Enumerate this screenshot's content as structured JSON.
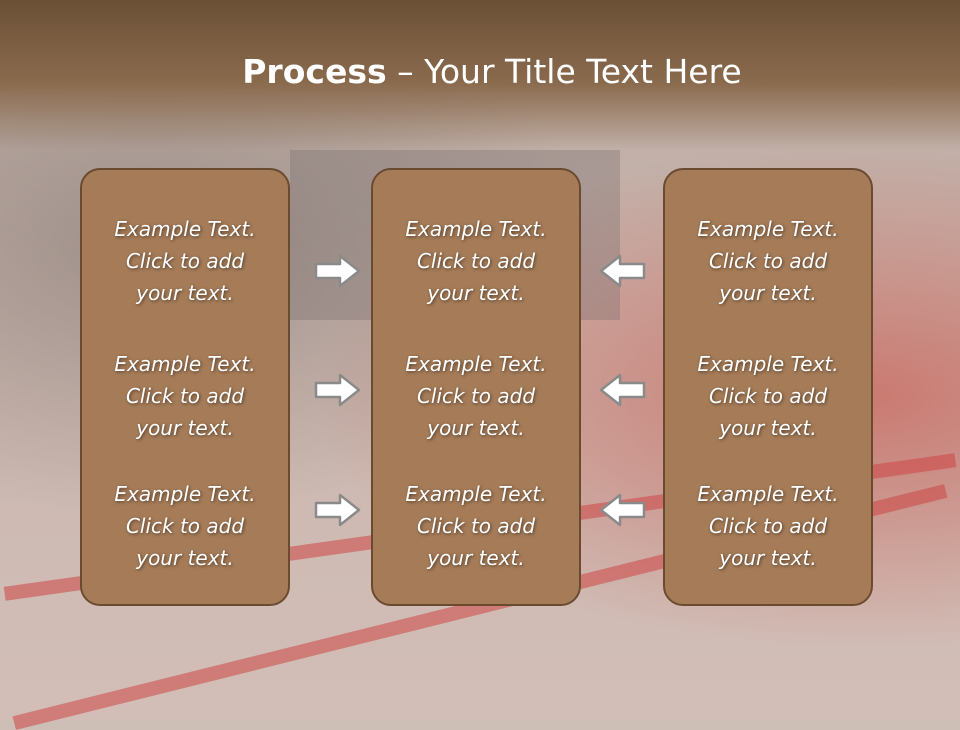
{
  "title": {
    "bold": "Process",
    "rest": " – Your Title Text Here"
  },
  "colors": {
    "box_fill": "#a67c58",
    "box_border": "#6b4b30",
    "header": "#7a5b40",
    "text": "#ffffff"
  },
  "columns": [
    {
      "items": [
        {
          "line1": "Example Text.",
          "line2": "Click  to add",
          "line3": "your text."
        },
        {
          "line1": "Example Text.",
          "line2": "Click  to add",
          "line3": "your text."
        },
        {
          "line1": "Example Text.",
          "line2": "Click  to add",
          "line3": "your text."
        }
      ]
    },
    {
      "items": [
        {
          "line1": "Example Text.",
          "line2": "Click  to add",
          "line3": "your text."
        },
        {
          "line1": "Example Text.",
          "line2": "Click  to add",
          "line3": "your text."
        },
        {
          "line1": "Example Text.",
          "line2": "Click  to add",
          "line3": "your text."
        }
      ]
    },
    {
      "items": [
        {
          "line1": "Example Text.",
          "line2": "Click  to add",
          "line3": "your text."
        },
        {
          "line1": "Example Text.",
          "line2": "Click  to add",
          "line3": "your text."
        },
        {
          "line1": "Example Text.",
          "line2": "Click  to add",
          "line3": "your text."
        }
      ]
    }
  ],
  "arrows": {
    "left_group": "arrow-right-icon",
    "right_group": "arrow-left-icon"
  }
}
